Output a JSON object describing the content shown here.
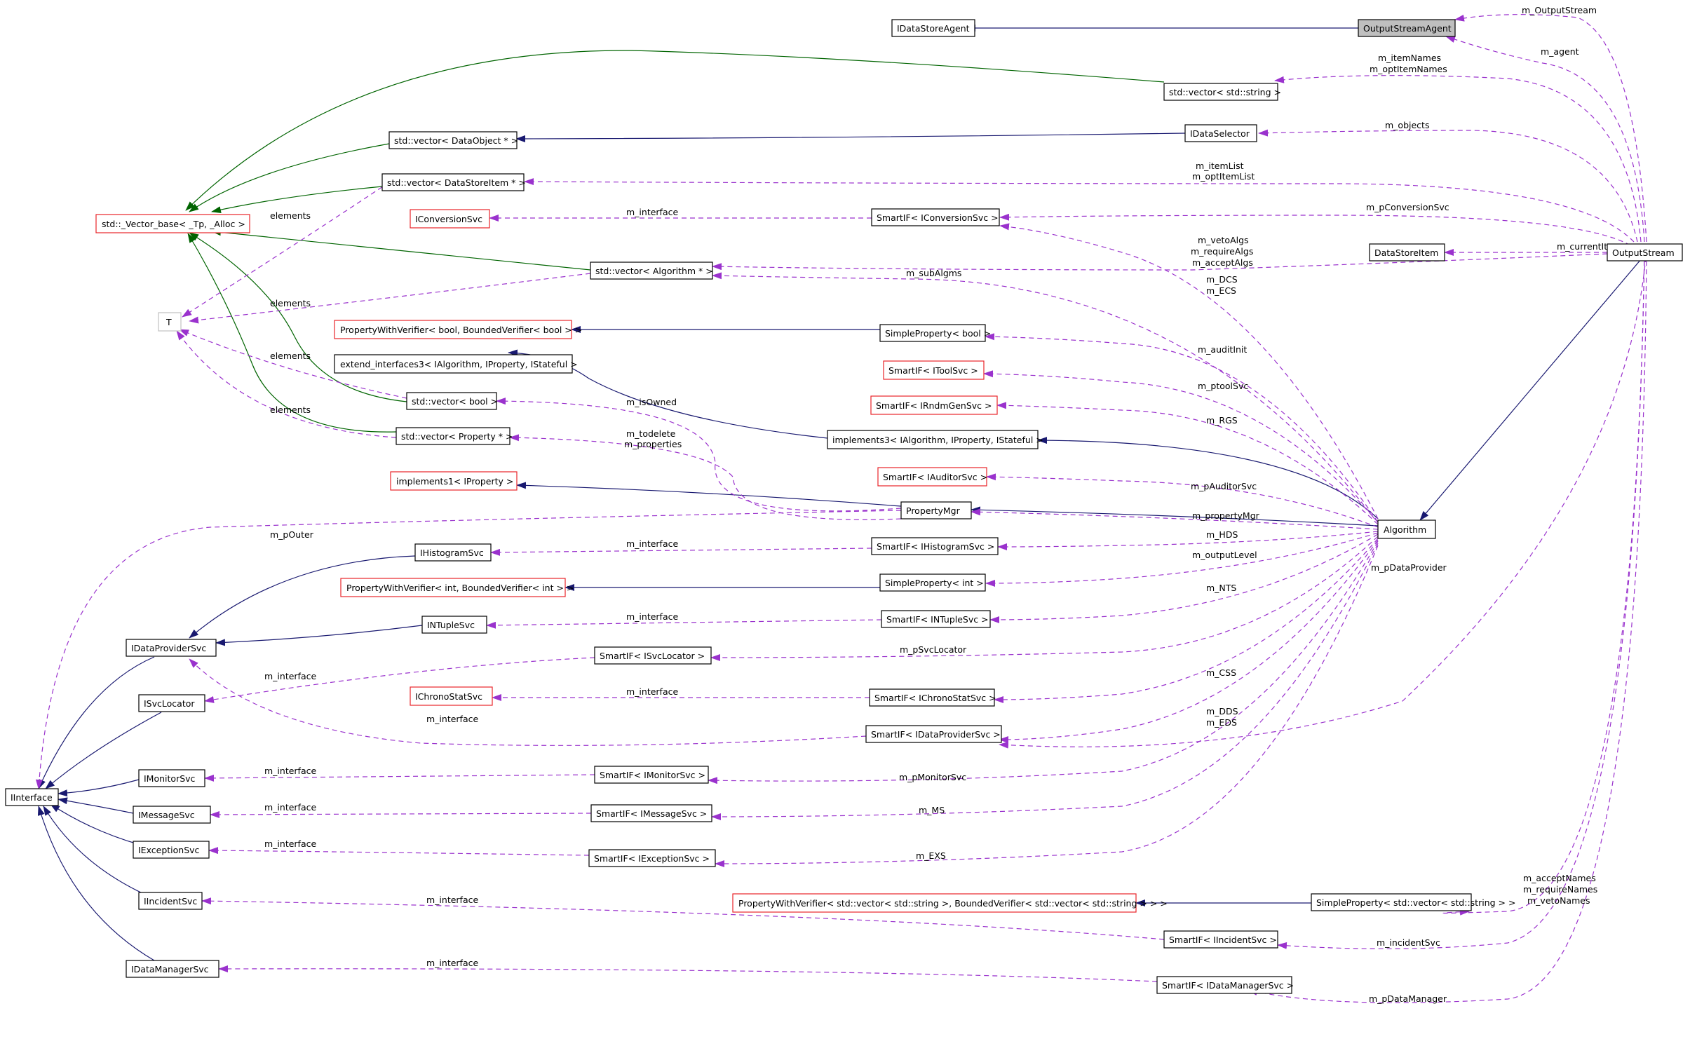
{
  "nodes": {
    "OutputStreamAgent": "OutputStreamAgent",
    "IDataStoreAgent": "IDataStoreAgent",
    "vector_string": "std::vector< std::string >",
    "IDataSelector": "IDataSelector",
    "vector_DataObject": "std::vector< DataObject * >",
    "vector_DataStoreItem": "std::vector< DataStoreItem * >",
    "Vector_base": "std::_Vector_base< _Tp, _Alloc >",
    "IConversionSvc": "IConversionSvc",
    "SmartIF_IConversionSvc": "SmartIF< IConversionSvc >",
    "DataStoreItem": "DataStoreItem",
    "OutputStream": "OutputStream",
    "vector_Algorithm": "std::vector< Algorithm * >",
    "T": "T",
    "PWV_bool": "PropertyWithVerifier< bool, BoundedVerifier< bool > >",
    "SimpleProperty_bool": "SimpleProperty< bool >",
    "extend_interfaces3": "extend_interfaces3< IAlgorithm, IProperty, IStateful >",
    "SmartIF_IToolSvc": "SmartIF< IToolSvc >",
    "vector_bool": "std::vector< bool >",
    "SmartIF_IRndmGenSvc": "SmartIF< IRndmGenSvc >",
    "vector_Property": "std::vector< Property * >",
    "implements3": "implements3< IAlgorithm, IProperty, IStateful >",
    "SmartIF_IAuditorSvc": "SmartIF< IAuditorSvc >",
    "implements1": "implements1< IProperty >",
    "PropertyMgr": "PropertyMgr",
    "Algorithm": "Algorithm",
    "IHistogramSvc": "IHistogramSvc",
    "SmartIF_IHistogramSvc": "SmartIF< IHistogramSvc >",
    "PWV_int": "PropertyWithVerifier< int, BoundedVerifier< int > >",
    "SimpleProperty_int": "SimpleProperty< int >",
    "INTupleSvc": "INTupleSvc",
    "SmartIF_INTupleSvc": "SmartIF< INTupleSvc >",
    "IDataProviderSvc": "IDataProviderSvc",
    "SmartIF_ISvcLocator": "SmartIF< ISvcLocator >",
    "ISvcLocator": "ISvcLocator",
    "IChronoStatSvc": "IChronoStatSvc",
    "SmartIF_IChronoStatSvc": "SmartIF< IChronoStatSvc >",
    "SmartIF_IDataProviderSvc": "SmartIF< IDataProviderSvc >",
    "IMonitorSvc": "IMonitorSvc",
    "SmartIF_IMonitorSvc": "SmartIF< IMonitorSvc >",
    "IInterface": "IInterface",
    "IMessageSvc": "IMessageSvc",
    "SmartIF_IMessageSvc": "SmartIF< IMessageSvc >",
    "IExceptionSvc": "IExceptionSvc",
    "SmartIF_IExceptionSvc": "SmartIF< IExceptionSvc >",
    "IIncidentSvc": "IIncidentSvc",
    "PWV_vector_string": "PropertyWithVerifier< std::vector< std::string >, BoundedVerifier< std::vector< std::string > > >",
    "SimpleProperty_vector_string": "SimpleProperty< std::vector< std::string > >",
    "SmartIF_IIncidentSvc": "SmartIF< IIncidentSvc >",
    "IDataManagerSvc": "IDataManagerSvc",
    "SmartIF_IDataManagerSvc": "SmartIF< IDataManagerSvc >"
  },
  "edge_labels": {
    "m_OutputStream": "m_OutputStream",
    "m_agent": "m_agent",
    "m_itemNames": "m_itemNames",
    "m_optItemNames": "m_optItemNames",
    "m_objects": "m_objects",
    "m_itemList": "m_itemList",
    "m_optItemList": "m_optItemList",
    "elements_1": "elements",
    "elements_2": "elements",
    "elements_3": "elements",
    "elements_4": "elements",
    "m_interface_conv": "m_interface",
    "m_pConversionSvc": "m_pConversionSvc",
    "m_vetoAlgs": "m_vetoAlgs",
    "m_requireAlgs": "m_requireAlgs",
    "m_acceptAlgs": "m_acceptAlgs",
    "m_currentItem": "m_currentItem",
    "m_subAlgms": "m_subAlgms",
    "m_DCS": "m_DCS",
    "m_ECS": "m_ECS",
    "m_auditInit": "m_auditInit",
    "m_ptoolSvc": "m_ptoolSvc",
    "m_isOwned": "m_isOwned",
    "m_RGS": "m_RGS",
    "m_todelete": "m_todelete",
    "m_properties": "m_properties",
    "m_pAuditorSvc": "m_pAuditorSvc",
    "m_propertyMgr": "m_propertyMgr",
    "m_pOuter": "m_pOuter",
    "m_HDS": "m_HDS",
    "m_interface_hist": "m_interface",
    "m_outputLevel": "m_outputLevel",
    "m_pDataProvider": "m_pDataProvider",
    "m_NTS": "m_NTS",
    "m_interface_ntuple": "m_interface",
    "m_pSvcLocator": "m_pSvcLocator",
    "m_interface_svcloc": "m_interface",
    "m_interface_chrono": "m_interface",
    "m_CSS": "m_CSS",
    "m_interface_dataprov": "m_interface",
    "m_DDS": "m_DDS",
    "m_EDS": "m_EDS",
    "m_interface_monitor": "m_interface",
    "m_pMonitorSvc": "m_pMonitorSvc",
    "m_interface_msg": "m_interface",
    "m_MS": "m_MS",
    "m_interface_exc": "m_interface",
    "m_EXS": "m_EXS",
    "m_acceptNames": "m_acceptNames",
    "m_requireNames": "m_requireNames",
    "m_vetoNames": "m_vetoNames",
    "m_interface_incident": "m_interface",
    "m_incidentSvc": "m_incidentSvc",
    "m_interface_datamgr": "m_interface",
    "m_pDataManager": "m_pDataManager"
  },
  "colors": {
    "inheritance": "#191970",
    "template": "#006400",
    "usage": "#9a32cd",
    "red_border": "#e8242a",
    "selected_fill": "#bfbfbf"
  }
}
